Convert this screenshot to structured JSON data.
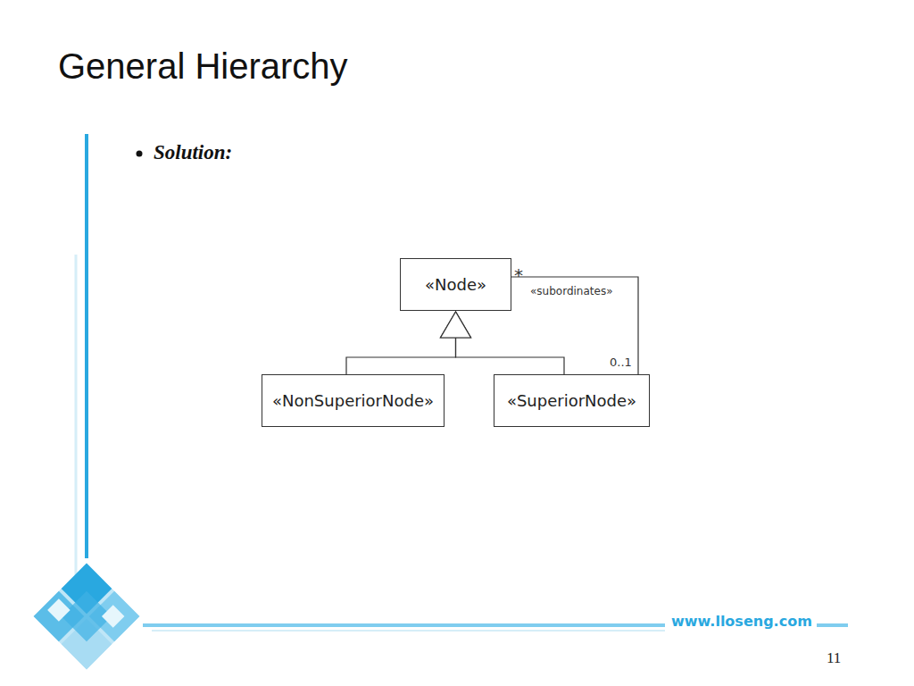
{
  "diagram": {
    "title": "General Hierarchy",
    "nodes": [
      {
        "text": [
          "«Node»"
        ]
      },
      {
        "text": [
          "«NonSuperiorNode»"
        ]
      },
      {
        "text": [
          "«SuperiorNode»"
        ]
      }
    ],
    "edges": [
      {
        "from": 1,
        "to": 0,
        "arrow": "to"
      },
      {
        "from": 2,
        "to": 0,
        "arrow": "to"
      },
      {
        "from": 0,
        "to": 2,
        "label": "«subordinates»",
        "arrow": "none"
      }
    ],
    "labels": [
      "Solution:",
      "*",
      "0..1",
      "www.lloseng.com",
      "11"
    ]
  }
}
